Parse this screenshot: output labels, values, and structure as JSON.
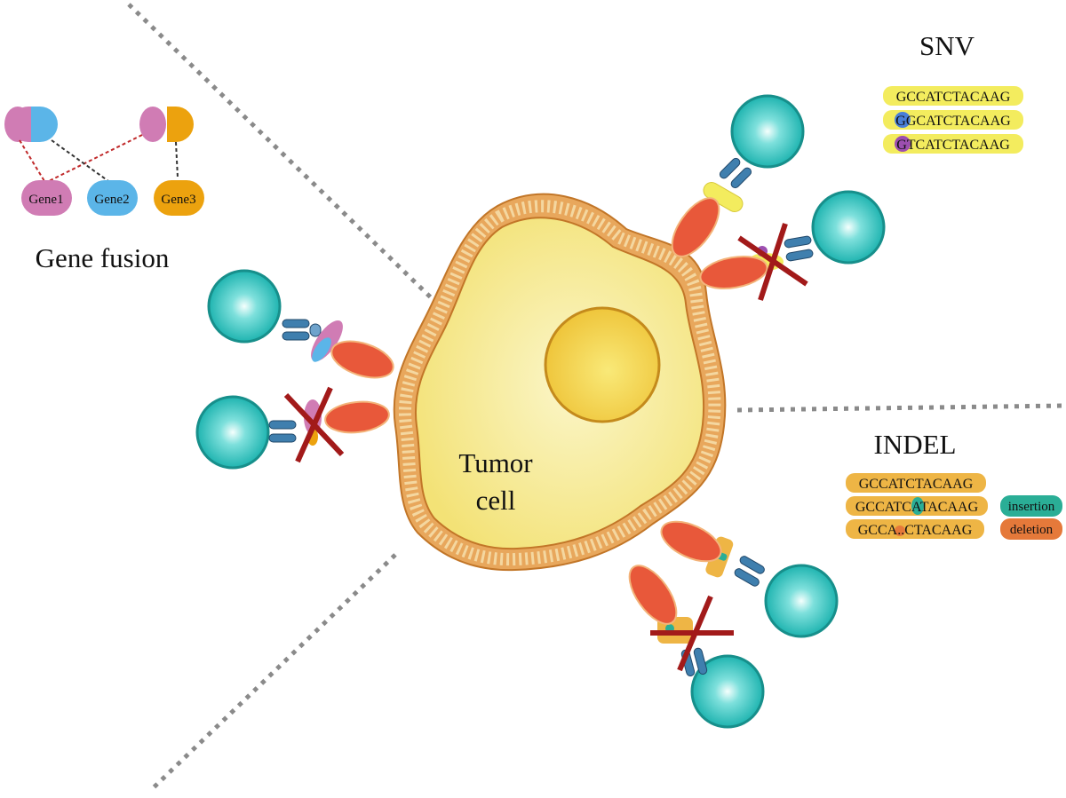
{
  "colors": {
    "cell_fill": "#f6ea86",
    "membrane": "#e6a55a",
    "nucleus": "#f0cd44",
    "tcell": "#1bb7b3",
    "receptor": "#3f7fae",
    "mhc": "#e8583a",
    "cross": "#a21a1a",
    "gene1": "#d07cb4",
    "gene2": "#5bb5e8",
    "gene3": "#eca20e",
    "snv_bg": "#f3ec5e",
    "indel_bg": "#eeb545",
    "insertion": "#2aae96",
    "deletion": "#e5793a"
  },
  "gene_fusion": {
    "title": "Gene fusion",
    "genes": [
      "Gene1",
      "Gene2",
      "Gene3"
    ]
  },
  "snv": {
    "title": "SNV",
    "sequences": [
      "GCCATCTACAAG",
      "GGCATCTACAAG",
      "GTCATCTACAAG"
    ]
  },
  "indel": {
    "title": "INDEL",
    "sequences": [
      "GCCATCTACAAG",
      "GCCATCATACAAG",
      "GCCA..CTACAAG"
    ],
    "insertion_label": "insertion",
    "deletion_label": "deletion"
  },
  "cell": {
    "label_line1": "Tumor",
    "label_line2": "cell"
  }
}
